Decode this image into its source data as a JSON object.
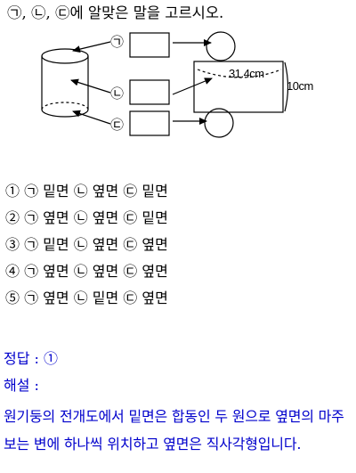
{
  "question": {
    "text": "㉠, ㉡, ㉢에 알맞은 말을 고르시오."
  },
  "figure": {
    "labels": {
      "top_marker": "㉠",
      "middle_marker": "㉡",
      "bottom_marker": "㉢",
      "rect_width": "31.4cm",
      "rect_height": "10cm"
    }
  },
  "choices": [
    "① ㉠ 밑면 ㉡ 옆면 ㉢ 밑면",
    "② ㉠ 옆면 ㉡ 옆면 ㉢ 밑면",
    "③ ㉠ 밑면 ㉡ 옆면 ㉢ 옆면",
    "④ ㉠ 옆면 ㉡ 옆면 ㉢ 옆면",
    "⑤ ㉠ 옆면 ㉡ 밑면 ㉢ 옆면"
  ],
  "answer": {
    "label": "정답 : ①",
    "explanation_label": "해설 :",
    "explanation": "원기둥의 전개도에서 밑면은 합동인 두 원으로 옆면의 마주 보는 변에 하나씩 위치하고 옆면은 직사각형입니다."
  },
  "colors": {
    "text": "#000000",
    "answer": "#0000cc"
  }
}
